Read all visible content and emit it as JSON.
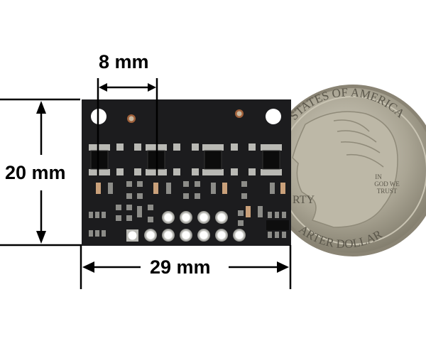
{
  "scene": {
    "description": "Product photo of reflectance sensor array board next to a US quarter with dimension annotations",
    "colors": {
      "board": "#1c1c1e",
      "pad": "#b9b9b4",
      "copper": "#a0603a",
      "coin": "#b8b3a2",
      "line": "#000000"
    }
  },
  "dimensions": {
    "pitch": {
      "label": "8 mm"
    },
    "height": {
      "label": "20 mm"
    },
    "width": {
      "label": "29 mm"
    }
  },
  "coin": {
    "top_text": "STATES OF AMERICA",
    "motto": [
      "IN",
      "GOD WE",
      "TRUST"
    ],
    "left_text": "RTY",
    "bottom_text": "ARTER DOLLAR"
  }
}
